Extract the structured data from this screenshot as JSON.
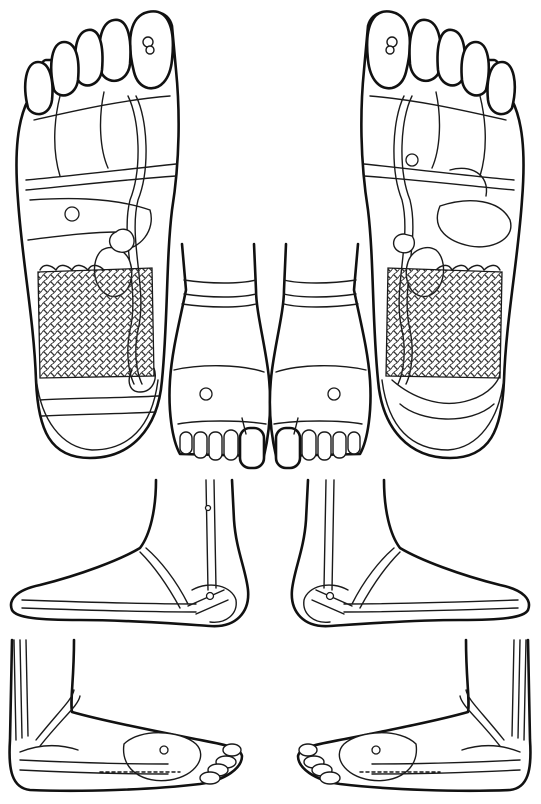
{
  "colors": {
    "line": "#1a1a1a",
    "background": "#ffffff",
    "texture": "#333333"
  },
  "views": [
    {
      "id": "sole-right",
      "kind": "plantar view"
    },
    {
      "id": "sole-left",
      "kind": "plantar view"
    },
    {
      "id": "top-left",
      "kind": "dorsal view"
    },
    {
      "id": "top-right",
      "kind": "dorsal view"
    },
    {
      "id": "medial-left",
      "kind": "medial side view"
    },
    {
      "id": "medial-right",
      "kind": "medial side view"
    },
    {
      "id": "lateral-left",
      "kind": "lateral side view"
    },
    {
      "id": "lateral-right",
      "kind": "lateral side view"
    }
  ],
  "icons": [
    "foot-outline-icon",
    "toe-icon",
    "reflex-point-icon",
    "meridian-line-icon"
  ]
}
